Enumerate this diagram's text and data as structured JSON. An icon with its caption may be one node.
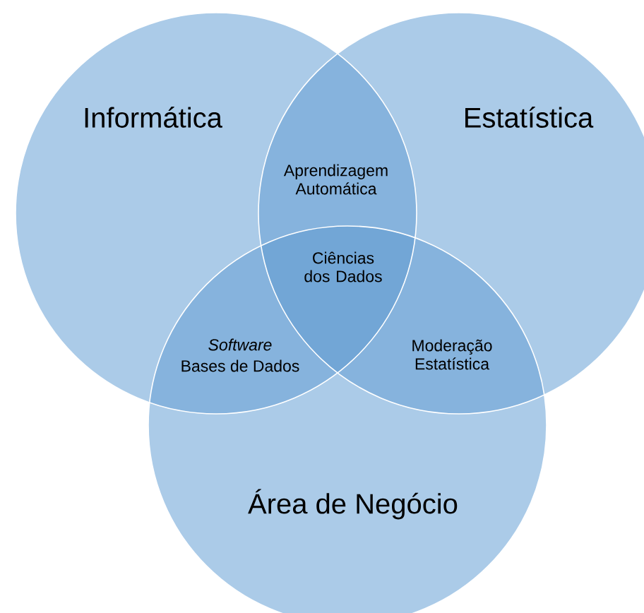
{
  "diagram": {
    "nodes": [
      {
        "text": [
          "Informática"
        ]
      },
      {
        "text": [
          "Estatística"
        ]
      },
      {
        "text": [
          "Área de Negócio"
        ]
      }
    ],
    "labels": [
      "Aprendizagem Automática",
      "Ciências dos Dados",
      "Software",
      "Bases de Dados",
      "Moderação Estatística"
    ]
  }
}
